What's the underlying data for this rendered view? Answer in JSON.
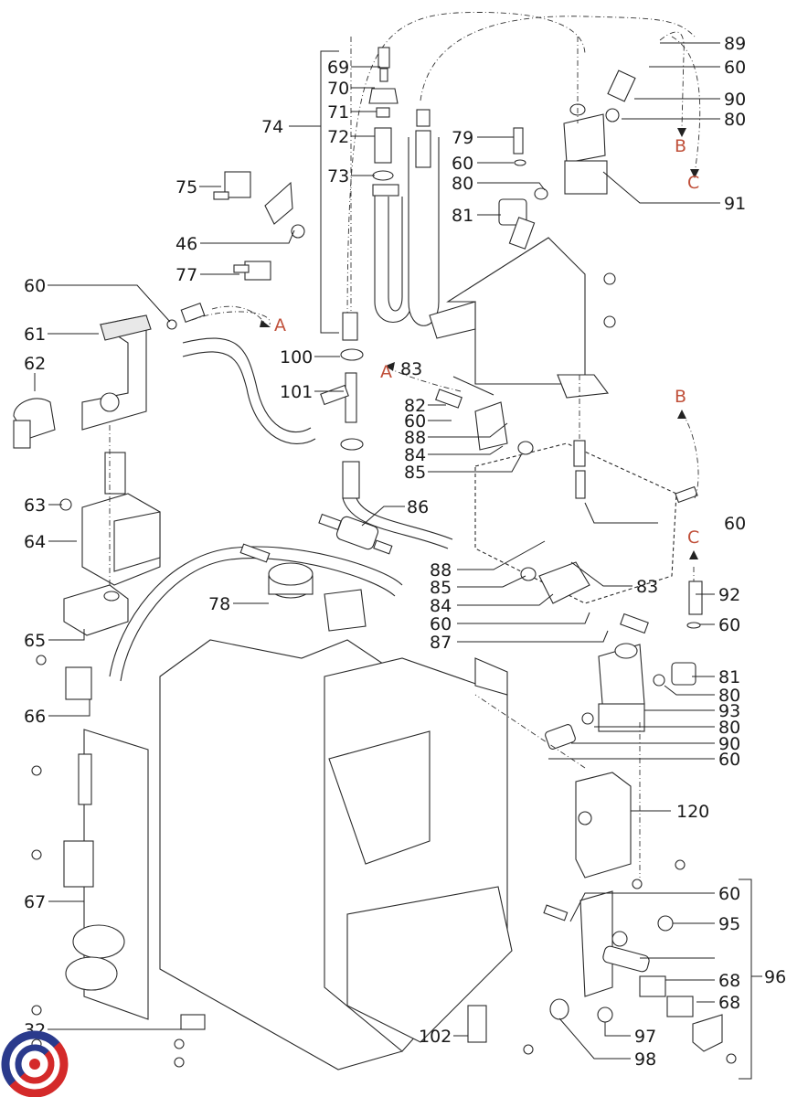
{
  "diagram": {
    "title": "Exploded parts diagram - coffee machine hydraulic & electrical assembly",
    "callouts": [
      {
        "id": "c69",
        "label": "69"
      },
      {
        "id": "c70",
        "label": "70"
      },
      {
        "id": "c71",
        "label": "71"
      },
      {
        "id": "c72",
        "label": "72"
      },
      {
        "id": "c73",
        "label": "73"
      },
      {
        "id": "c74",
        "label": "74"
      },
      {
        "id": "c75",
        "label": "75"
      },
      {
        "id": "c46",
        "label": "46"
      },
      {
        "id": "c77",
        "label": "77"
      },
      {
        "id": "c60a",
        "label": "60"
      },
      {
        "id": "c61",
        "label": "61"
      },
      {
        "id": "c62",
        "label": "62"
      },
      {
        "id": "c63",
        "label": "63"
      },
      {
        "id": "c64",
        "label": "64"
      },
      {
        "id": "c65",
        "label": "65"
      },
      {
        "id": "c66",
        "label": "66"
      },
      {
        "id": "c67",
        "label": "67"
      },
      {
        "id": "c32",
        "label": "32"
      },
      {
        "id": "c78",
        "label": "78"
      },
      {
        "id": "c100",
        "label": "100"
      },
      {
        "id": "c101",
        "label": "101"
      },
      {
        "id": "c79",
        "label": "79"
      },
      {
        "id": "c60b",
        "label": "60"
      },
      {
        "id": "c80a",
        "label": "80"
      },
      {
        "id": "c81a",
        "label": "81"
      },
      {
        "id": "c89",
        "label": "89"
      },
      {
        "id": "c60c",
        "label": "60"
      },
      {
        "id": "c90a",
        "label": "90"
      },
      {
        "id": "c80b",
        "label": "80"
      },
      {
        "id": "c91",
        "label": "91"
      },
      {
        "id": "c83a",
        "label": "83"
      },
      {
        "id": "c82",
        "label": "82"
      },
      {
        "id": "c60d",
        "label": "60"
      },
      {
        "id": "c88a",
        "label": "88"
      },
      {
        "id": "c84a",
        "label": "84"
      },
      {
        "id": "c85a",
        "label": "85"
      },
      {
        "id": "c86",
        "label": "86"
      },
      {
        "id": "c60e",
        "label": "60"
      },
      {
        "id": "c88b",
        "label": "88"
      },
      {
        "id": "c85b",
        "label": "85"
      },
      {
        "id": "c84b",
        "label": "84"
      },
      {
        "id": "c83b",
        "label": "83"
      },
      {
        "id": "c60f",
        "label": "60"
      },
      {
        "id": "c87",
        "label": "87"
      },
      {
        "id": "c92",
        "label": "92"
      },
      {
        "id": "c60g",
        "label": "60"
      },
      {
        "id": "c81b",
        "label": "81"
      },
      {
        "id": "c80c",
        "label": "80"
      },
      {
        "id": "c93",
        "label": "93"
      },
      {
        "id": "c80d",
        "label": "80"
      },
      {
        "id": "c90b",
        "label": "90"
      },
      {
        "id": "c60h",
        "label": "60"
      },
      {
        "id": "c120",
        "label": "120"
      },
      {
        "id": "c60i",
        "label": "60"
      },
      {
        "id": "c95",
        "label": "95"
      },
      {
        "id": "c96",
        "label": "96"
      },
      {
        "id": "c68a",
        "label": "68"
      },
      {
        "id": "c68b",
        "label": "68"
      },
      {
        "id": "c97",
        "label": "97"
      },
      {
        "id": "c98",
        "label": "98"
      },
      {
        "id": "c102",
        "label": "102"
      }
    ],
    "connectors": [
      {
        "id": "A1",
        "label": "A"
      },
      {
        "id": "A2",
        "label": "A"
      },
      {
        "id": "B1",
        "label": "B"
      },
      {
        "id": "B2",
        "label": "B"
      },
      {
        "id": "C1",
        "label": "C"
      },
      {
        "id": "C2",
        "label": "C"
      }
    ],
    "colors": {
      "line": "#222222",
      "connector_label": "#c0503a",
      "logo_blue": "#2a3a8c",
      "logo_red": "#d42a2a"
    },
    "logo": {
      "name": "brand-logo"
    }
  }
}
